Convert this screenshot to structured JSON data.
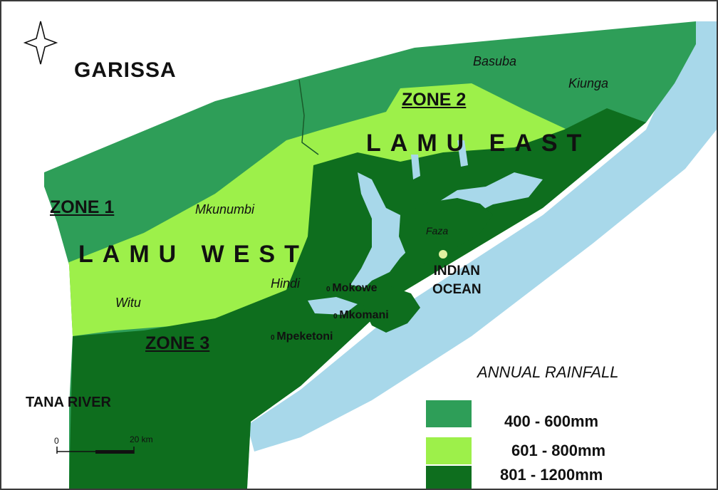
{
  "regions": {
    "garissa": "GARISSA",
    "tana_river": "TANA RIVER"
  },
  "counties": {
    "lamu_east": "LAMU EAST",
    "lamu_west": "LAMU WEST"
  },
  "zones": {
    "zone1": "ZONE 1",
    "zone2": "ZONE 2",
    "zone3": "ZONE 3"
  },
  "places": {
    "basuba": "Basuba",
    "kiunga": "Kiunga",
    "mkunumbi": "Mkunumbi",
    "faza": "Faza",
    "hindi": "Hindi",
    "witu": "Witu"
  },
  "towns": {
    "mokowe": "Mokowe",
    "mkomani": "Mkomani",
    "mpeketoni": "Mpeketoni"
  },
  "ocean": {
    "line1": "INDIAN",
    "line2": "OCEAN"
  },
  "legend": {
    "title": "ANNUAL RAINFALL",
    "items": [
      {
        "label": "400 - 600mm",
        "color": "#2e9e58"
      },
      {
        "label": "601 - 800mm",
        "color": "#9df04a"
      },
      {
        "label": "801 - 1200mm",
        "color": "#0e6e1e"
      }
    ]
  },
  "scale_bar": {
    "start": "0",
    "end": "20 km"
  },
  "colors": {
    "zone1_fill": "#2e9e58",
    "zone2_fill": "#9df04a",
    "zone3_fill": "#0e6e1e",
    "ocean_fill": "#a8d8ea",
    "border": "#3a3a3a"
  },
  "icons": {
    "north_arrow": "compass-star-icon"
  }
}
